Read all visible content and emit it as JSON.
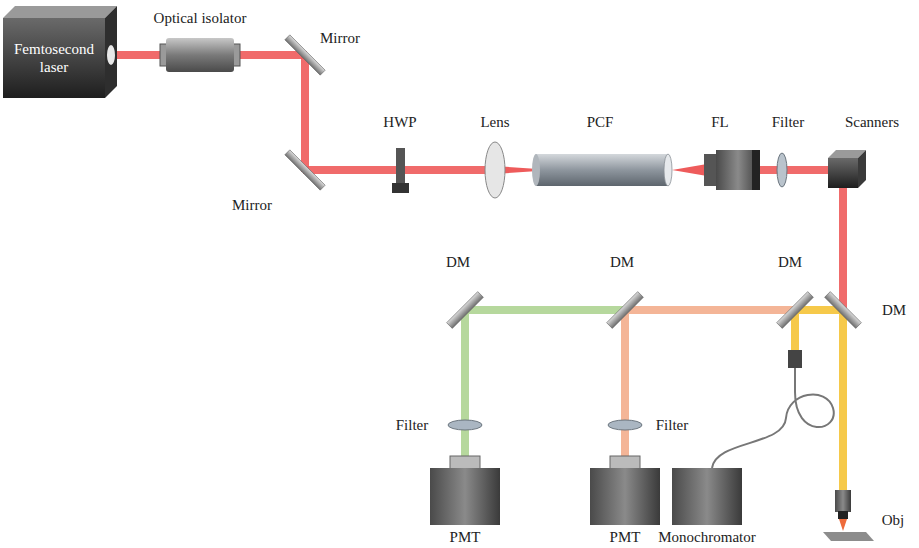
{
  "diagram": {
    "nodes": [
      {
        "text": [
          "Femtosecond laser"
        ]
      }
    ],
    "labels": [
      "Optical isolator",
      "Mirror",
      "Mirror",
      "HWP",
      "Lens",
      "PCF",
      "FL",
      "Filter",
      "Scanners",
      "DM",
      "DM",
      "DM",
      "DM",
      "Filter",
      "Filter",
      "PMT",
      "PMT",
      "Monochromator",
      "Obj"
    ]
  }
}
